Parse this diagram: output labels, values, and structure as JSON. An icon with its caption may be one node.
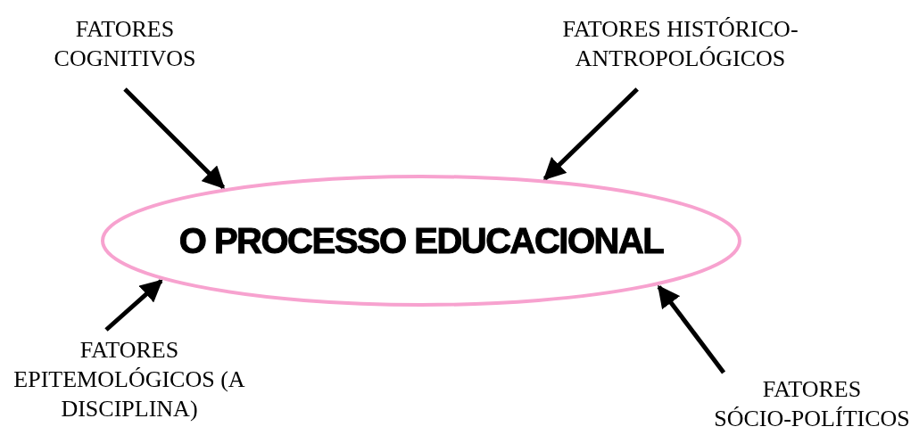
{
  "diagram": {
    "nodes": [
      {
        "text": [
          "O PROCESSO EDUCACIONAL"
        ]
      },
      {
        "text": [
          "FATORES COGNITIVOS"
        ]
      },
      {
        "text": [
          "FATORES HISTÓRICO-ANTROPOLÓGICOS"
        ]
      },
      {
        "text": [
          "FATORES EPITEMOLÓGICOS (A DISCIPLINA)"
        ]
      },
      {
        "text": [
          "FATORES SÓCIO-POLÍTICOS"
        ]
      }
    ],
    "edges": [
      {
        "from": 1,
        "to": 0,
        "arrow": "to"
      },
      {
        "from": 2,
        "to": 0,
        "arrow": "to"
      },
      {
        "from": 3,
        "to": 0,
        "arrow": "to"
      },
      {
        "from": 4,
        "to": 0,
        "arrow": "to"
      }
    ]
  }
}
